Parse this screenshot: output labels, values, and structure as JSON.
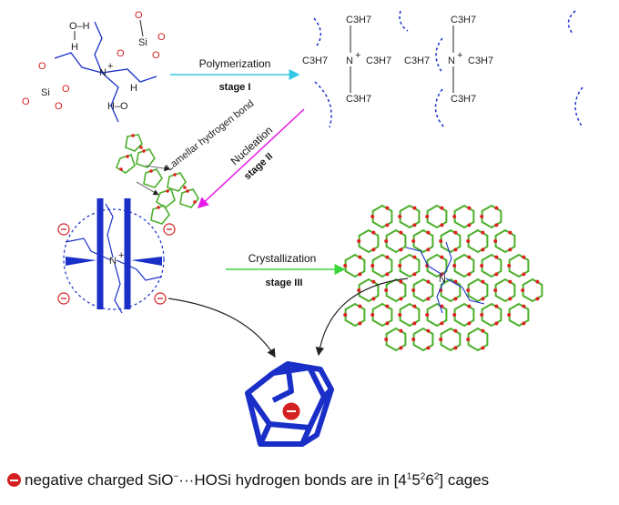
{
  "stages": {
    "polymerization": "Polymerization",
    "stage_1": "stage I",
    "nucleation": "Nucleation",
    "stage_2": "stage II",
    "lamellar": "Lamellar hydrogen bond",
    "crystallization": "Crystallization",
    "stage_3": "stage III"
  },
  "chem": {
    "oh": "O–H",
    "h": "H",
    "si_top": "Si",
    "si_left": "Si",
    "o_minus": "O",
    "n_plus": "N",
    "plus": "+",
    "c3h7": "C3H7",
    "h_o": "H–O",
    "minus": "−"
  },
  "caption": {
    "text1": "negative charged SiO",
    "text2": "···HOSi hydrogen bonds are in [4",
    "sup1": "1",
    "text3": "5",
    "sup2": "2",
    "text4": "6",
    "sup3": "2",
    "text5": "] cages"
  },
  "colors": {
    "tpa_blue": "#1a2fc8",
    "negative_red": "#d42020",
    "arrow_cyan": "#35c8e6",
    "arrow_magenta": "#e619e6",
    "arrow_green": "#3ad63a",
    "framework_green": "#4caf2a",
    "framework_red": "#e02020"
  }
}
